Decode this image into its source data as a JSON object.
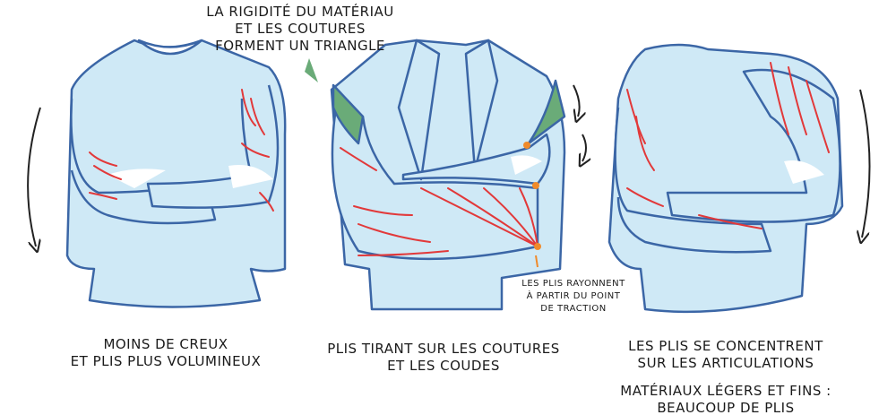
{
  "colors": {
    "fabric": "#cfe9f6",
    "outline": "#3b66a6",
    "fold": "#e2393a",
    "seam": "#6aab78",
    "traction": "#f08a2a",
    "skin": "#ffffff"
  },
  "captions": {
    "top": [
      "La rigidité du matériau",
      "et les coutures",
      "forment un triangle"
    ],
    "left": [
      "Moins de creux",
      "et plis plus volumineux"
    ],
    "middle": [
      "Plis tirant sur les coutures",
      "et les coudes"
    ],
    "traction_note": [
      "Les plis rayonnent",
      "à partir du point",
      "de traction"
    ],
    "right": [
      "Les plis se concentrent",
      "sur les articulations"
    ],
    "right_bottom": [
      "Matériaux légers et fins :",
      "beaucoup de plis"
    ]
  }
}
